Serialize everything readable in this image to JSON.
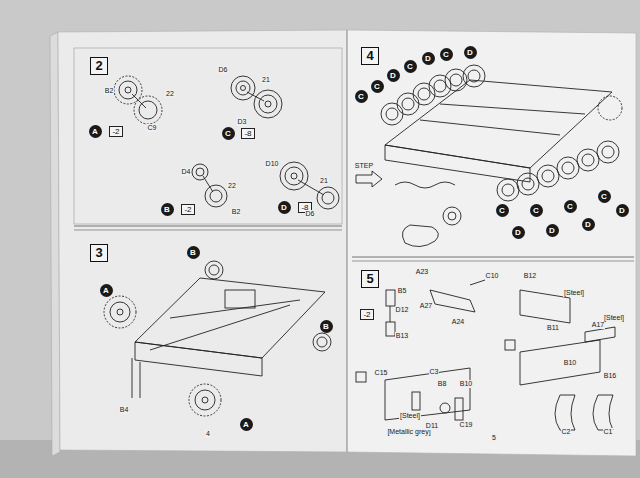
{
  "diagram": {
    "nodes": [
      {
        "text": [
          "2"
        ]
      },
      {
        "text": [
          "A"
        ]
      },
      {
        "text": [
          "-2"
        ]
      },
      {
        "text": [
          "C"
        ]
      },
      {
        "text": [
          "-8"
        ]
      },
      {
        "text": [
          "B"
        ]
      },
      {
        "text": [
          "-2"
        ]
      },
      {
        "text": [
          "D"
        ]
      },
      {
        "text": [
          "-8"
        ]
      },
      {
        "text": [
          "3"
        ]
      },
      {
        "text": [
          "B"
        ]
      },
      {
        "text": [
          "A"
        ]
      },
      {
        "text": [
          "B"
        ]
      },
      {
        "text": [
          "A"
        ]
      },
      {
        "text": [
          "4"
        ]
      },
      {
        "text": [
          "C"
        ]
      },
      {
        "text": [
          "C"
        ]
      },
      {
        "text": [
          "D"
        ]
      },
      {
        "text": [
          "C"
        ]
      },
      {
        "text": [
          "D"
        ]
      },
      {
        "text": [
          "C"
        ]
      },
      {
        "text": [
          "D"
        ]
      },
      {
        "text": [
          "C"
        ]
      },
      {
        "text": [
          "D"
        ]
      },
      {
        "text": [
          "C"
        ]
      },
      {
        "text": [
          "D"
        ]
      },
      {
        "text": [
          "C"
        ]
      },
      {
        "text": [
          "D"
        ]
      },
      {
        "text": [
          "C"
        ]
      },
      {
        "text": [
          "D"
        ]
      },
      {
        "text": [
          "5"
        ]
      },
      {
        "text": [
          "-2"
        ]
      }
    ],
    "labels": [
      "B2",
      "22",
      "C9",
      "D6",
      "21",
      "D3",
      "D4",
      "22",
      "B2",
      "D10",
      "21",
      "D6",
      "B4",
      "4",
      "STEP",
      "B5",
      "D12",
      "B13",
      "A23",
      "C10",
      "A27",
      "A24",
      "B12",
      "[Steel]",
      "B11",
      "A17",
      "[Steel]",
      "C15",
      "C3",
      "B8",
      "B10",
      "B10",
      "B16",
      "[Steel]",
      "[Metallic grey]",
      "D11",
      "C19",
      "C2",
      "C1",
      "5"
    ]
  }
}
